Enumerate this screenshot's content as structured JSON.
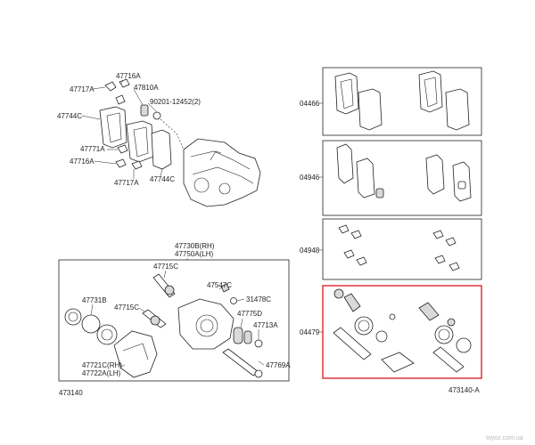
{
  "diagram": {
    "highlight_color": "#e0242c",
    "labels": {
      "l47716a_top": "47716A",
      "l47717a_top": "47717A",
      "l47810a": "47810A",
      "l47744c_left": "47744C",
      "l90201": "90201-12452(2)",
      "l47771a": "47771A",
      "l47716a_bot": "47716A",
      "l47717a_bot": "47717A",
      "l47744c_right": "47744C",
      "l04466": "04466",
      "l04946": "04946",
      "l04948": "04948",
      "l04479": "04479",
      "l47730b": "47730B(RH)",
      "l47750a": "47750A(LH)",
      "l47715c_top": "47715C",
      "l47547c": "47547C",
      "l31478c": "31478C",
      "l47731b": "47731B",
      "l47715c_mid": "47715C",
      "l47775d": "47775D",
      "l47713a": "47713A",
      "l47721c": "47721C(RH)",
      "l47722a": "47722A(LH)",
      "l47769a": "47769A",
      "fig_left": "473140",
      "fig_right": "473140-A",
      "watermark": "toyoz.com.ua"
    }
  }
}
